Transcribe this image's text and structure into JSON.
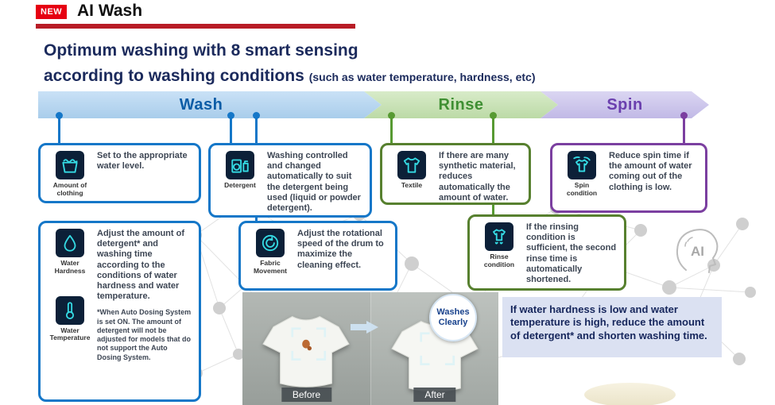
{
  "header": {
    "badge": "NEW",
    "title": "AI Wash"
  },
  "heading": {
    "line1": "Optimum washing with 8 smart sensing",
    "line2": "according to washing conditions",
    "note": "(such as water temperature, hardness, etc)"
  },
  "stages": {
    "wash": "Wash",
    "rinse": "Rinse",
    "spin": "Spin"
  },
  "colors": {
    "brand_red": "#e60012",
    "underline_red": "#b81c26",
    "heading_navy": "#1b2a5c",
    "wash_blue": "#1577c8",
    "rinse_green": "#57802f",
    "spin_purple": "#7b3fa0",
    "icon_neon_cyan": "#35dbe4",
    "icon_tile_navy": "#0c2038",
    "callout_bg": "#dbe1f2"
  },
  "cards": {
    "amount": {
      "label": "Amount of clothing",
      "text": "Set to the appropriate water level."
    },
    "detergent": {
      "label": "Detergent",
      "text": "Washing controlled and changed automatically to suit the detergent being used (liquid or powder detergent)."
    },
    "textile": {
      "label": "Textile",
      "text": "If there are many synthetic material, reduces automatically the amount of water."
    },
    "spin": {
      "label": "Spin condition",
      "text": "Reduce spin time if the amount of water coming out of the clothing is low."
    },
    "water": {
      "label_hardness": "Water Hardness",
      "label_temperature": "Water Temperature",
      "text": "Adjust the amount of detergent* and washing time according to the conditions of water hardness and water temperature.",
      "note": "*When Auto Dosing System is set ON. The amount of detergent will not be adjusted for models that do not support the Auto Dosing System."
    },
    "fabric": {
      "label": "Fabric Movement",
      "text": "Adjust the rotational speed of the drum to maximize the cleaning effect."
    },
    "rinse": {
      "label": "Rinse condition",
      "text": "If the rinsing condition is sufficient, the second rinse time is automatically shortened."
    }
  },
  "photo": {
    "before": "Before",
    "after": "After",
    "badge_line1": "Washes",
    "badge_line2": "Clearly"
  },
  "callout": {
    "text": "If water hardness is low and water temperature is high, reduce the amount of detergent* and shorten washing time."
  },
  "ai": {
    "label": "AI"
  }
}
